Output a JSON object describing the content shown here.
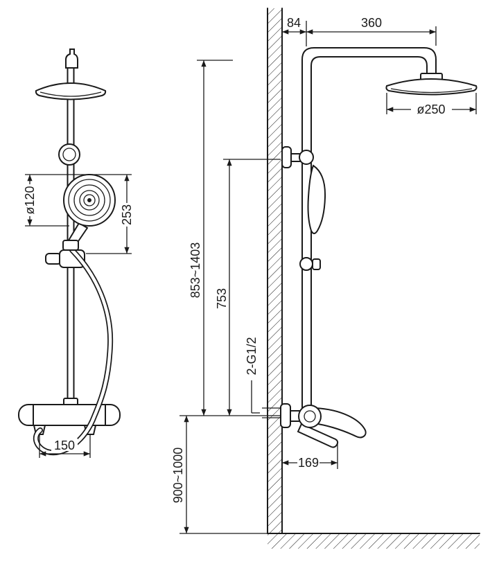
{
  "drawing": {
    "front_view": {
      "hand_shower_diameter": "ø120",
      "hand_shower_offset": "253",
      "inlet_spacing": "150"
    },
    "side_view": {
      "wall_to_riser": "84",
      "riser_to_head": "360",
      "head_diameter": "ø250",
      "overall_height": "853~1403",
      "riser_height": "753",
      "connections": "2-G1/2",
      "spout_reach": "169",
      "mixer_install_height": "900~1000"
    }
  }
}
